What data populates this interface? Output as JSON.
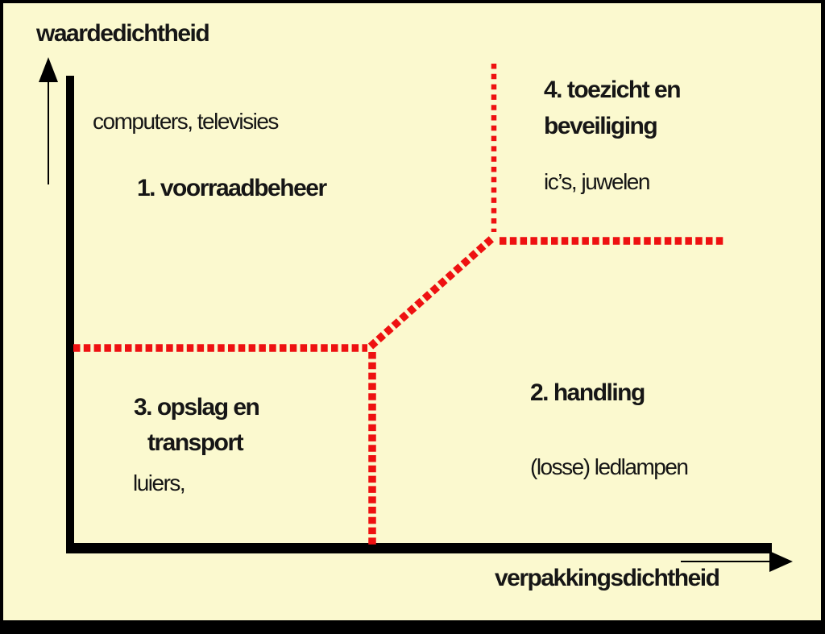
{
  "diagram": {
    "y_axis_label": "waardedichtheid",
    "x_axis_label": "verpakkingsdichtheid",
    "quadrants": {
      "q1": {
        "title": "1. voorraadbeheer",
        "examples": "computers, televisies"
      },
      "q2": {
        "title": "2. handling",
        "examples": "(losse) ledlampen"
      },
      "q3": {
        "title_line1": "3. opslag en",
        "title_line2": "transport",
        "examples": "luiers,"
      },
      "q4": {
        "title_line1": "4. toezicht en",
        "title_line2": "beveiliging",
        "examples": "ic’s, juwelen"
      }
    }
  },
  "colors": {
    "background": "#fbf9cf",
    "frame_border": "#000000",
    "axis": "#000000",
    "boundary_red": "#ee1111",
    "text": "#161616"
  }
}
